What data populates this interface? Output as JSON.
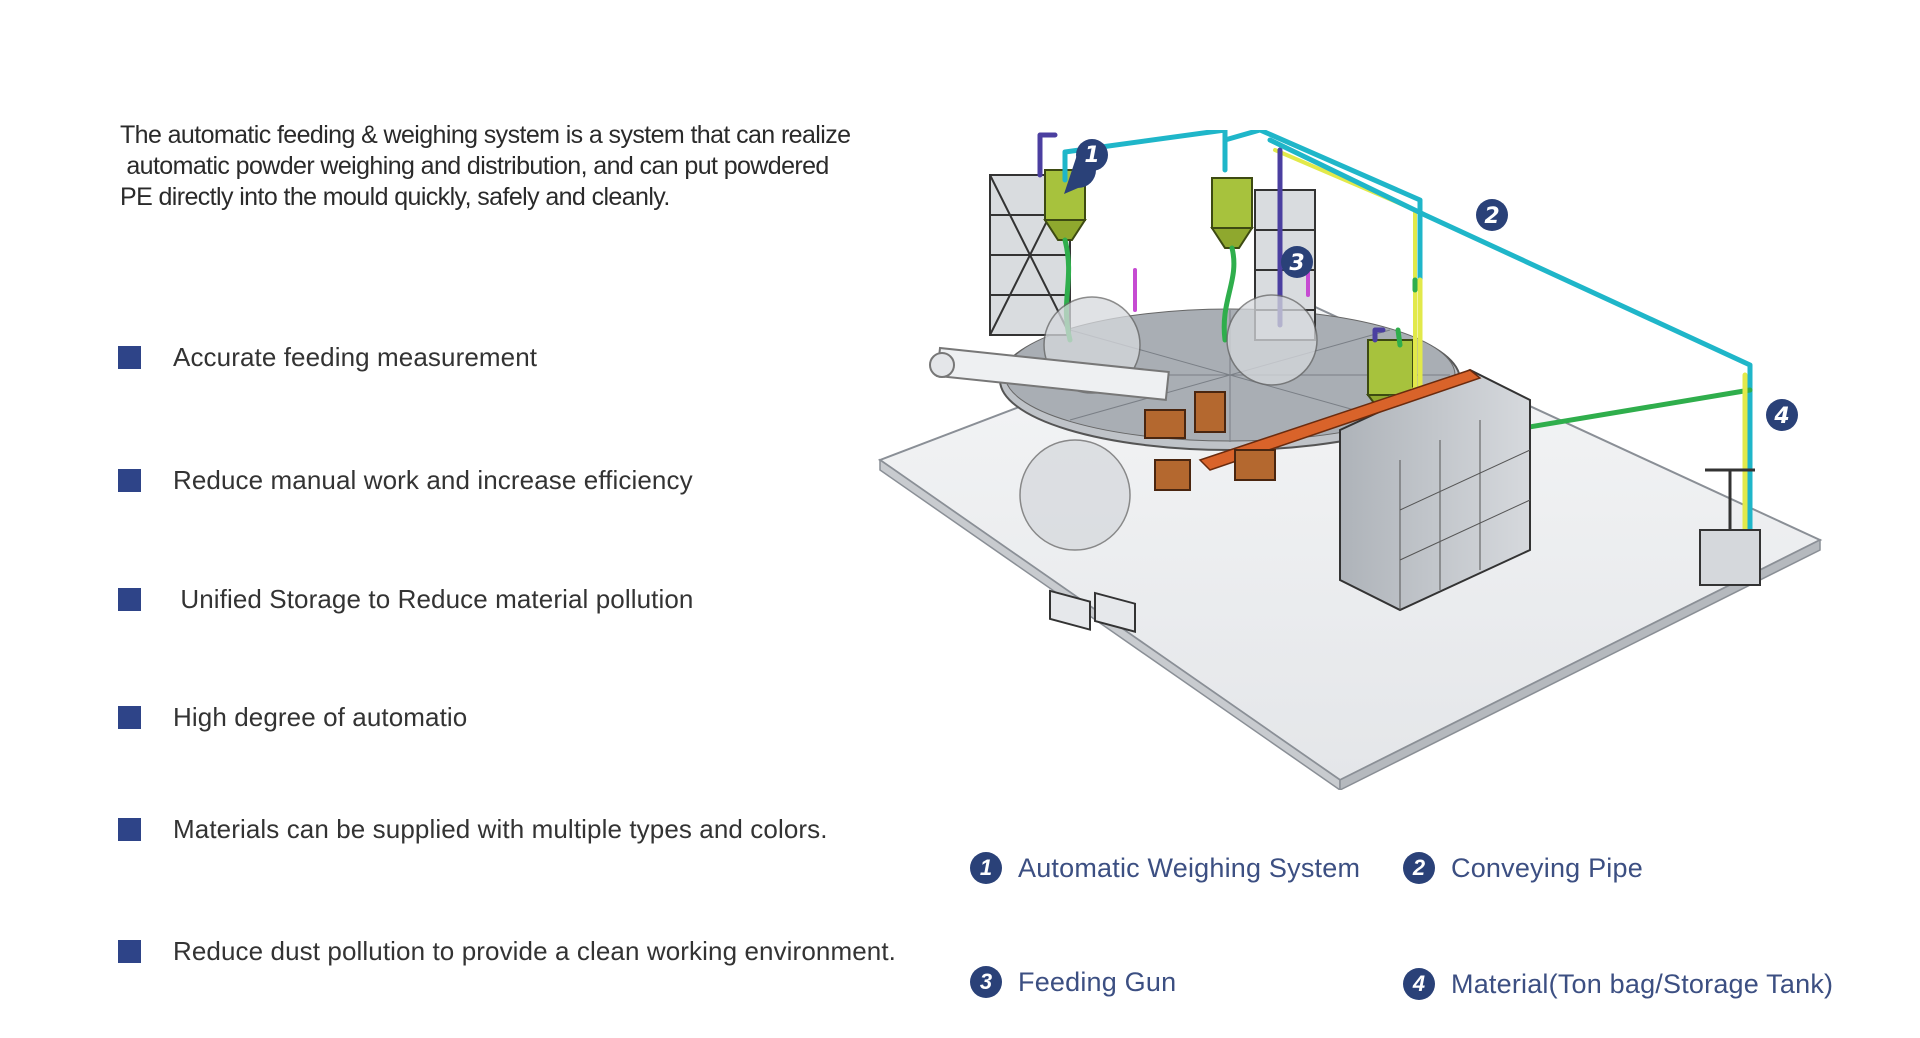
{
  "intro": {
    "lines": [
      "The automatic feeding & weighing system is a system that can realize",
      " automatic powder weighing and distribution, and can put powdered",
      "PE directly into the mould quickly, safely and cleanly."
    ]
  },
  "features": [
    "Accurate feeding measurement",
    "Reduce manual work and increase efficiency",
    " Unified Storage to Reduce material pollution",
    "High degree of automatio",
    "Materials can be supplied with multiple types and colors.",
    "Reduce dust pollution to provide a clean working environment."
  ],
  "markers": [
    "1",
    "2",
    "3",
    "4"
  ],
  "legend": [
    {
      "num": "1",
      "label": "Automatic Weighing System"
    },
    {
      "num": "2",
      "label": "Conveying Pipe"
    },
    {
      "num": "3",
      "label": "Feeding Gun"
    },
    {
      "num": "4",
      "label": "Material(Ton bag/Storage Tank)"
    }
  ],
  "colors": {
    "bullet": "#2e4488",
    "badge": "#2a4178",
    "pipe_cyan": "#1fb6c9",
    "pipe_yellow": "#e2e94a",
    "pipe_green": "#2fae4c",
    "pipe_purple": "#4b3fa0",
    "hopper": "#a7c23d",
    "furnace": "#c9cdd2",
    "oven_orange": "#d9632a"
  }
}
